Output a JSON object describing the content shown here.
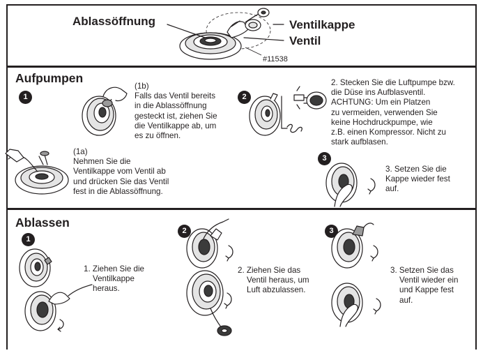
{
  "top": {
    "label_drain": "Ablassöffnung",
    "label_cap": "Ventilkappe",
    "label_valve": "Ventil",
    "part_number": "#11538"
  },
  "inflate": {
    "heading": "Aufpumpen",
    "step1_number": "1",
    "step1b_lines": [
      "(1b)",
      "Falls das Ventil bereits",
      "in die Ablassöffnung",
      "gesteckt ist, ziehen Sie",
      "die Ventilkappe ab, um",
      "es zu öffnen."
    ],
    "step1a_lines": [
      "(1a)",
      "Nehmen Sie die",
      "Ventilkappe vom Ventil ab",
      "und drücken Sie das Ventil",
      "fest in die Ablassöffnung."
    ],
    "step2_number": "2",
    "step2_lines": [
      "2. Stecken Sie die Luftpumpe bzw.",
      "die Düse ins Aufblasventil.",
      "ACHTUNG: Um ein Platzen",
      "zu vermeiden, verwenden Sie",
      "keine Hochdruckpumpe, wie",
      "z.B. einen Kompressor. Nicht zu",
      "stark aufblasen."
    ],
    "step3_number": "3",
    "step3_lines": [
      "3. Setzen Sie die",
      "Kappe wieder fest",
      "auf."
    ]
  },
  "deflate": {
    "heading": "Ablassen",
    "step1_number": "1",
    "step1_lines": [
      "1. Ziehen Sie die",
      "Ventilkappe",
      "heraus."
    ],
    "step2_number": "2",
    "step2_lines": [
      "2. Ziehen Sie das",
      "Ventil heraus, um",
      "Luft abzulassen."
    ],
    "step3_number": "3",
    "step3_lines": [
      "3. Setzen Sie das",
      "Ventil wieder ein",
      "und Kappe fest",
      "auf."
    ]
  },
  "icons": [
    "drain-valve-illustration",
    "hand-illustration",
    "pump-illustration",
    "turn-arrow-icon"
  ]
}
